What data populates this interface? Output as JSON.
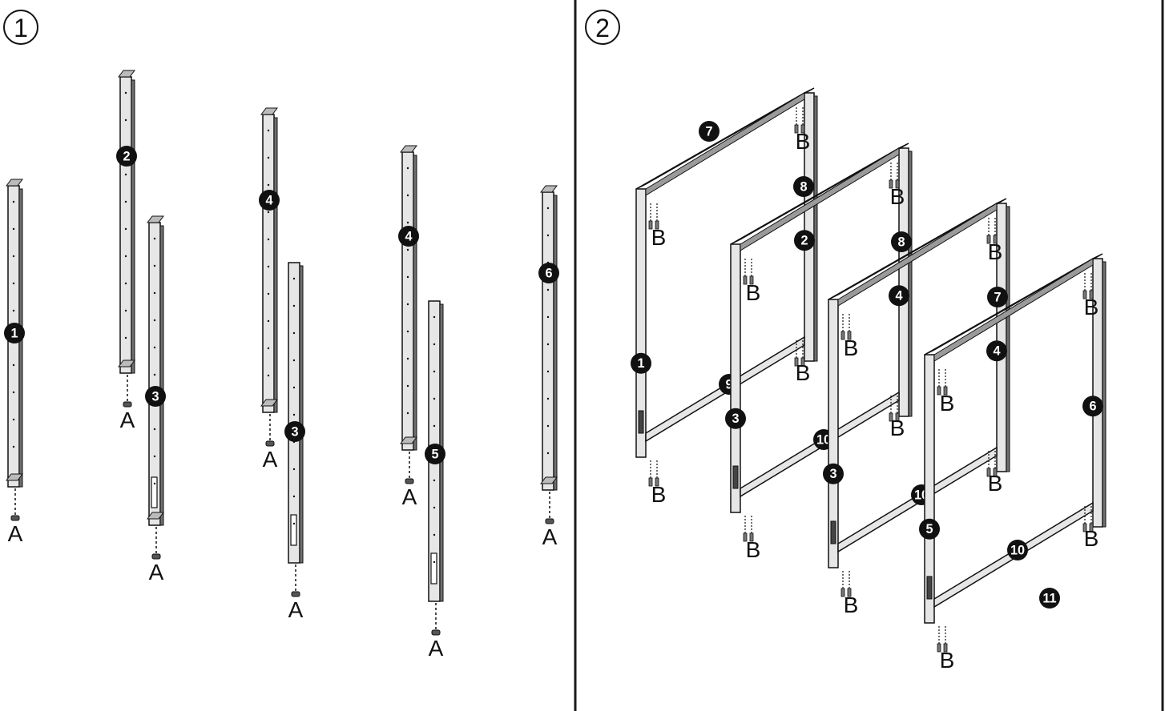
{
  "steps": [
    {
      "step_label": "1",
      "posts": [
        {
          "part": "1",
          "foot": "A"
        },
        {
          "part": "2",
          "foot": "A"
        },
        {
          "part": "3",
          "foot": "A"
        },
        {
          "part": "4",
          "foot": "A"
        },
        {
          "part": "3",
          "foot": "A"
        },
        {
          "part": "4",
          "foot": "A"
        },
        {
          "part": "5",
          "foot": "A"
        },
        {
          "part": "6",
          "foot": "A"
        }
      ]
    },
    {
      "step_label": "2",
      "frames": [
        {
          "top": "7",
          "mid": "9",
          "left": "1",
          "right": "2",
          "labels_b": [
            "B",
            "B",
            "B",
            "B"
          ]
        },
        {
          "top": "8",
          "mid": "10",
          "left": "3",
          "right": "4",
          "labels_b": [
            "B",
            "B",
            "B",
            "B"
          ]
        },
        {
          "top": "8",
          "mid": "10",
          "left": "3",
          "right": "4",
          "labels_b": [
            "B",
            "B",
            "B",
            "B"
          ]
        },
        {
          "top": "7",
          "mid": "10",
          "bottom": "11",
          "left": "5",
          "right": "6",
          "labels_b": [
            "B",
            "B",
            "B",
            "B"
          ]
        }
      ]
    }
  ],
  "colors": {
    "ink": "#111111",
    "metal": "#e6e6e6",
    "shadow": "#6f6f6f",
    "divider": "#1a1a1a"
  }
}
